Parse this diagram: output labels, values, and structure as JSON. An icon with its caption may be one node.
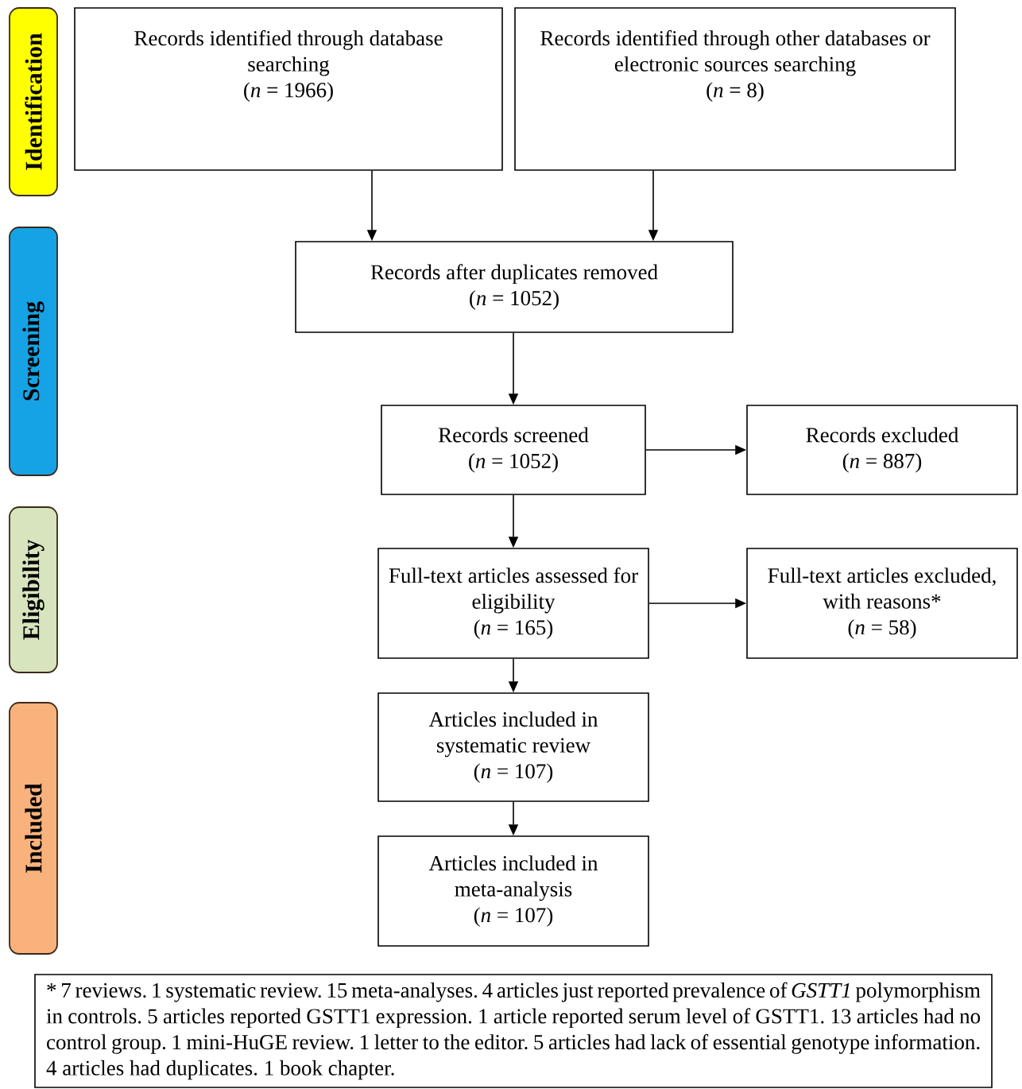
{
  "diagram": {
    "nodes": [
      {
        "text": [
          "Identification"
        ]
      },
      {
        "text": [
          "Records identified through database searching",
          "(*n* = 1966)"
        ]
      },
      {
        "text": [
          "Records identified through other databases or electronic sources searching",
          "(*n* = 8)"
        ]
      },
      {
        "text": [
          "Screening"
        ]
      },
      {
        "text": [
          "Records after duplicates removed",
          "(*n* = 1052)"
        ]
      },
      {
        "text": [
          "Records screened",
          "(*n* = 1052)"
        ]
      },
      {
        "text": [
          "Records excluded",
          "(*n* = 887)"
        ]
      },
      {
        "text": [
          "Eligibility"
        ]
      },
      {
        "text": [
          "Full-text articles assessed for eligibility",
          "(*n* = 165)"
        ]
      },
      {
        "text": [
          "Full-text articles excluded, with reasons*",
          "(*n* = 58)"
        ]
      },
      {
        "text": [
          "Included"
        ]
      },
      {
        "text": [
          "Articles included in systematic review",
          "(*n* = 107)"
        ]
      },
      {
        "text": [
          "Articles included in meta-analysis",
          "(*n* = 107)"
        ]
      },
      {
        "text": [
          "* 7 reviews. 1 systematic review. 15 meta-analyses. 4 articles just reported prevalence of *GSTT1* polymorphism in controls. 5 articles reported GSTT1 expression. 1 article reported serum level of GSTT1. 13 articles had no control group. 1 mini-HuGE review. 1 letter to the editor. 5 articles had lack of essential genotype information. 4 articles had duplicates. 1 book chapter."
        ]
      }
    ],
    "edges": [
      {
        "from": 1,
        "to": 4,
        "arrow": "to"
      },
      {
        "from": 2,
        "to": 4,
        "arrow": "to"
      },
      {
        "from": 4,
        "to": 5,
        "arrow": "to"
      },
      {
        "from": 5,
        "to": 6,
        "arrow": "to"
      },
      {
        "from": 5,
        "to": 8,
        "arrow": "to"
      },
      {
        "from": 8,
        "to": 9,
        "arrow": "to"
      },
      {
        "from": 8,
        "to": 11,
        "arrow": "to"
      },
      {
        "from": 11,
        "to": 12,
        "arrow": "to"
      }
    ]
  }
}
